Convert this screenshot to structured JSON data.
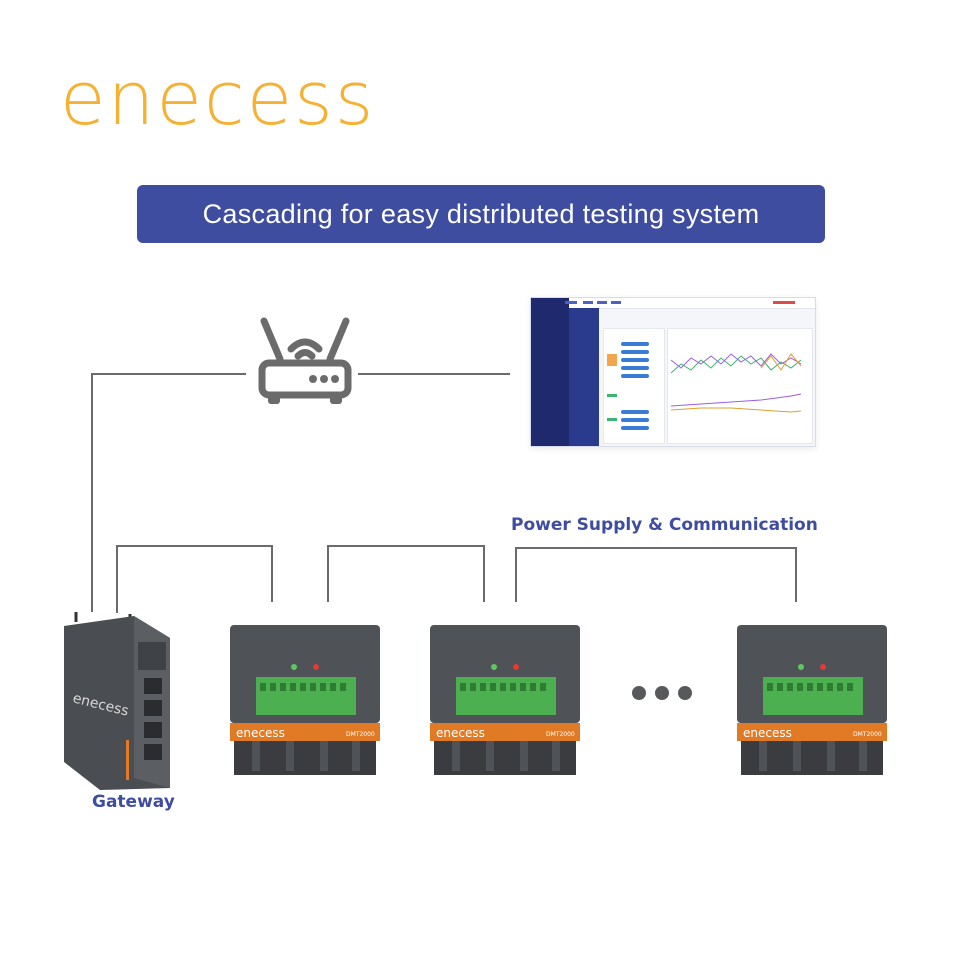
{
  "brand": {
    "logo_text": "enecess",
    "logo_color": "#f6b132",
    "accent_color": "#3f4da0",
    "device_orange": "#e07a25"
  },
  "banner": {
    "text": "Cascading for easy distributed testing system"
  },
  "labels": {
    "power_supply_communication": "Power Supply & Communication",
    "gateway": "Gateway"
  },
  "devices": {
    "gateway_brand": "enecess",
    "modules": [
      {
        "brand": "enecess",
        "model": "DMT2000"
      },
      {
        "brand": "enecess",
        "model": "DMT2000"
      },
      {
        "brand": "enecess",
        "model": "DMT2000"
      }
    ]
  },
  "icons": {
    "router": "wifi-router-icon",
    "ellipsis": "ellipsis-icon"
  }
}
